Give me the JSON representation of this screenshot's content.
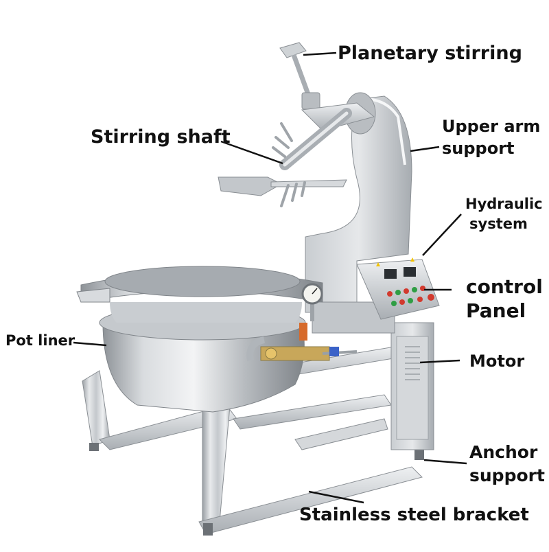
{
  "labels": {
    "planetary_stirring": "Planetary stirring",
    "stirring_shaft": "Stirring shaft",
    "upper_arm_support_1": "Upper arm",
    "upper_arm_support_2": "support",
    "hydraulic_system_1": "Hydraulic",
    "hydraulic_system_2": "system",
    "control_panel_1": "control",
    "control_panel_2": "Panel",
    "pot_liner": "Pot liner",
    "motor": "Motor",
    "anchor_support_1": "Anchor",
    "anchor_support_2": "support",
    "stainless_steel_bracket": "Stainless steel bracket"
  },
  "colors": {
    "steel_light": "#e4e6e8",
    "steel_mid": "#b8bcc0",
    "steel_dark": "#8a8f94",
    "gauge_face": "#f4f4f0",
    "panel_red": "#d23a2e",
    "panel_green": "#2f9e44",
    "label_text": "#111111",
    "leader_line": "#111111"
  }
}
